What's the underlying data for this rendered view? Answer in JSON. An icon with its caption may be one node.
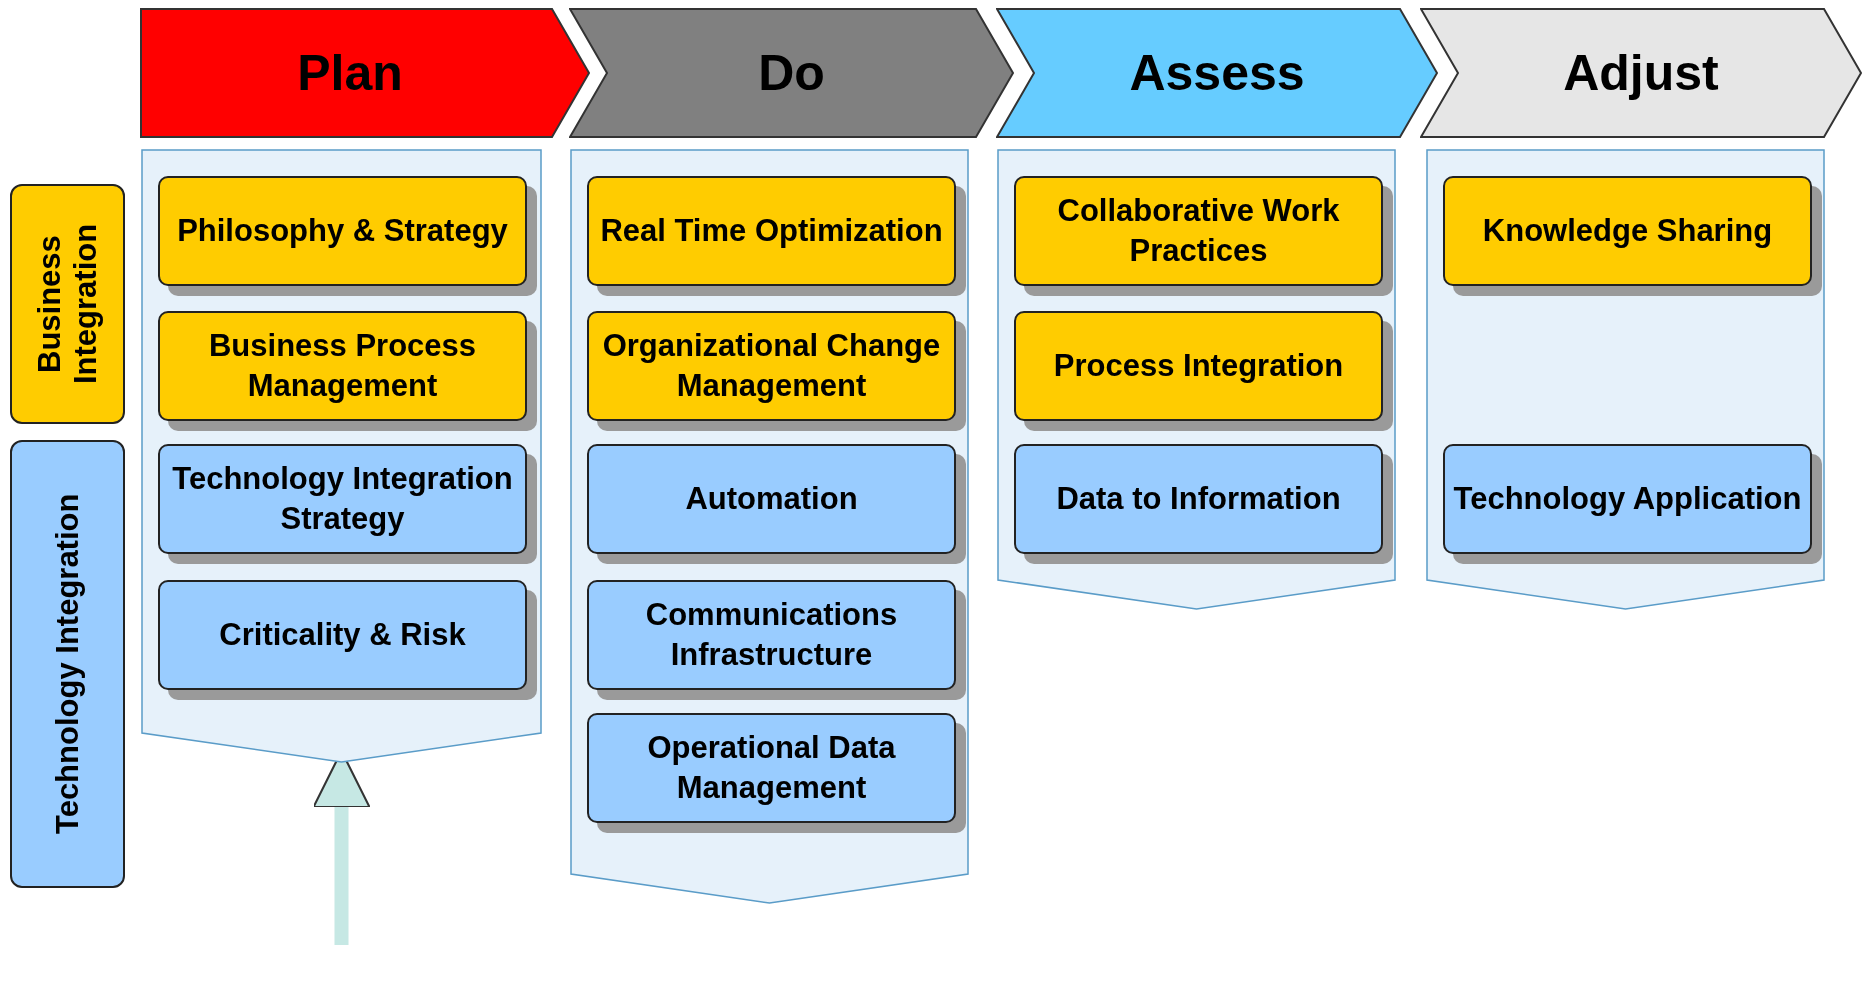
{
  "diagram": {
    "nodes": [
      {
        "text": [
          "Plan"
        ]
      },
      {
        "text": [
          "Do"
        ]
      },
      {
        "text": [
          "Assess"
        ]
      },
      {
        "text": [
          "Adjust"
        ]
      },
      {
        "text": [
          "Business Integration"
        ]
      },
      {
        "text": [
          "Technology Integration"
        ]
      },
      {
        "text": [],
        "shape": "box"
      },
      {
        "text": [
          "Philosophy & Strategy"
        ],
        "in": 6
      },
      {
        "text": [
          "Business Process Management"
        ],
        "in": 6
      },
      {
        "text": [
          "Technology Integration Strategy"
        ],
        "in": 6
      },
      {
        "text": [
          "Criticality & Risk"
        ],
        "in": 6
      },
      {
        "text": [],
        "shape": "box"
      },
      {
        "text": [
          "Real Time Optimization"
        ],
        "in": 11
      },
      {
        "text": [
          "Organizational Change Management"
        ],
        "in": 11
      },
      {
        "text": [
          "Automation"
        ],
        "in": 11
      },
      {
        "text": [
          "Communications Infrastructure"
        ],
        "in": 11
      },
      {
        "text": [
          "Operational Data Management"
        ],
        "in": 11
      },
      {
        "text": [],
        "shape": "box"
      },
      {
        "text": [
          "Collaborative Work Practices"
        ],
        "in": 17
      },
      {
        "text": [
          "Process Integration"
        ],
        "in": 17
      },
      {
        "text": [
          "Data to Information"
        ],
        "in": 17
      },
      {
        "text": [],
        "shape": "box"
      },
      {
        "text": [
          "Knowledge Sharing"
        ],
        "in": 21
      },
      {
        "text": [
          "Technology Application"
        ],
        "in": 21
      }
    ],
    "edges": [
      {
        "from": null,
        "to": 6,
        "arrow": "to"
      }
    ]
  }
}
